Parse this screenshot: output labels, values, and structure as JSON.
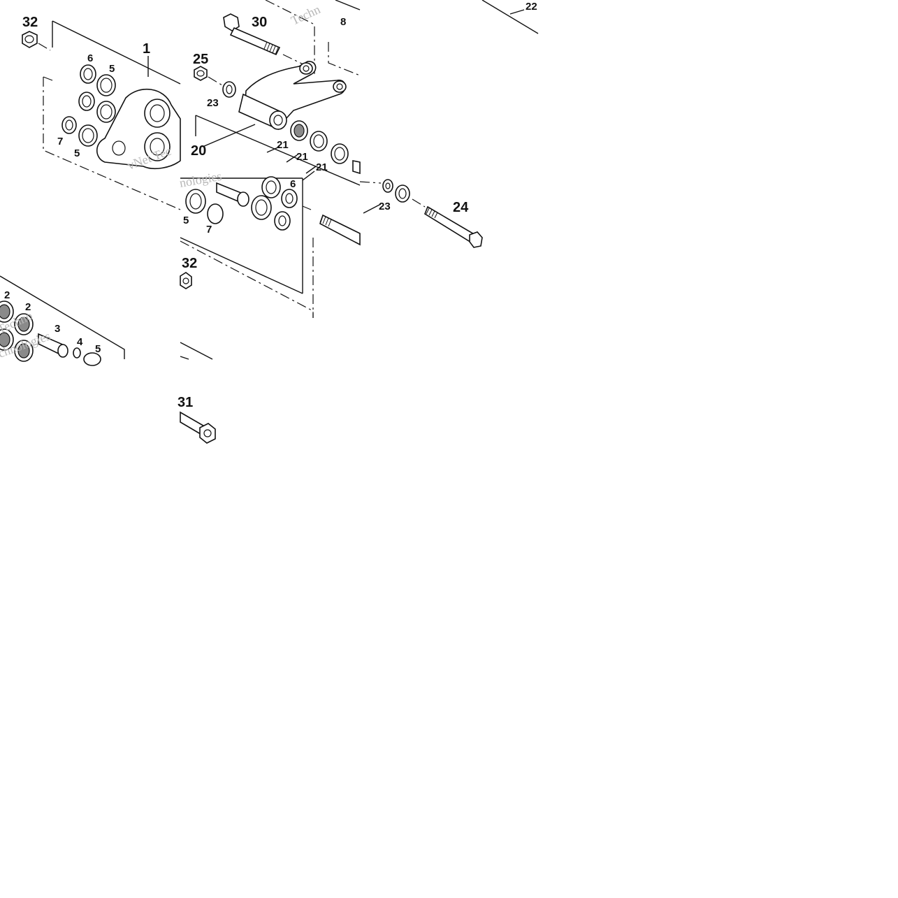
{
  "watermarks": [
    "Techn",
    "vNet Tec",
    "nologies",
    "Techno",
    "chnologies"
  ],
  "callouts": {
    "c32a": "32",
    "c1": "1",
    "c6a": "6",
    "c5a": "5",
    "c7a": "7",
    "c5b": "5",
    "c30": "30",
    "c8": "8",
    "c22": "22",
    "c25": "25",
    "c23a": "23",
    "c20": "20",
    "c21a": "21",
    "c21b": "21",
    "c21c": "21",
    "c6b": "6",
    "c5c": "5",
    "c7b": "7",
    "c23b": "23",
    "c24": "24",
    "c32b": "32",
    "c2a": "2",
    "c2b": "2",
    "c3": "3",
    "c4": "4",
    "c5d": "5",
    "c31": "31"
  }
}
